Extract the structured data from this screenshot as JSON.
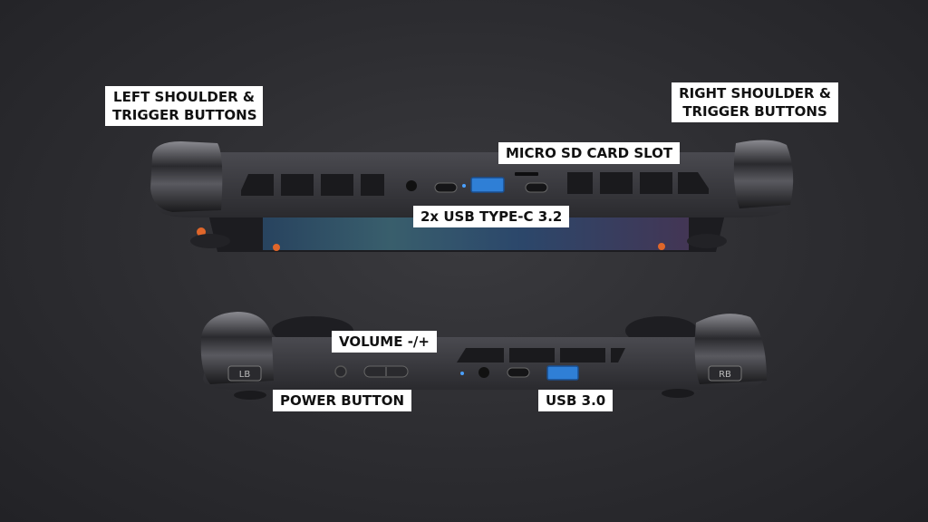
{
  "labels": {
    "left_shoulder": [
      "LEFT SHOULDER &",
      "TRIGGER BUTTONS"
    ],
    "right_shoulder": [
      "RIGHT SHOULDER &",
      "TRIGGER BUTTONS"
    ],
    "microsd": "MICRO SD CARD SLOT",
    "usbc": "2x USB TYPE-C 3.2",
    "volume": "VOLUME -/+",
    "power": "POWER BUTTON",
    "usb3": "USB 3.0"
  },
  "button_marks": {
    "left_bumper": "LB",
    "right_bumper": "RB"
  },
  "colors": {
    "background": "#2c2c30",
    "device_body": "#3d3d42",
    "usb_a_port": "#2f7fd6",
    "accent_orange": "#e0662a",
    "label_bg": "#ffffff",
    "label_text": "#111111"
  }
}
